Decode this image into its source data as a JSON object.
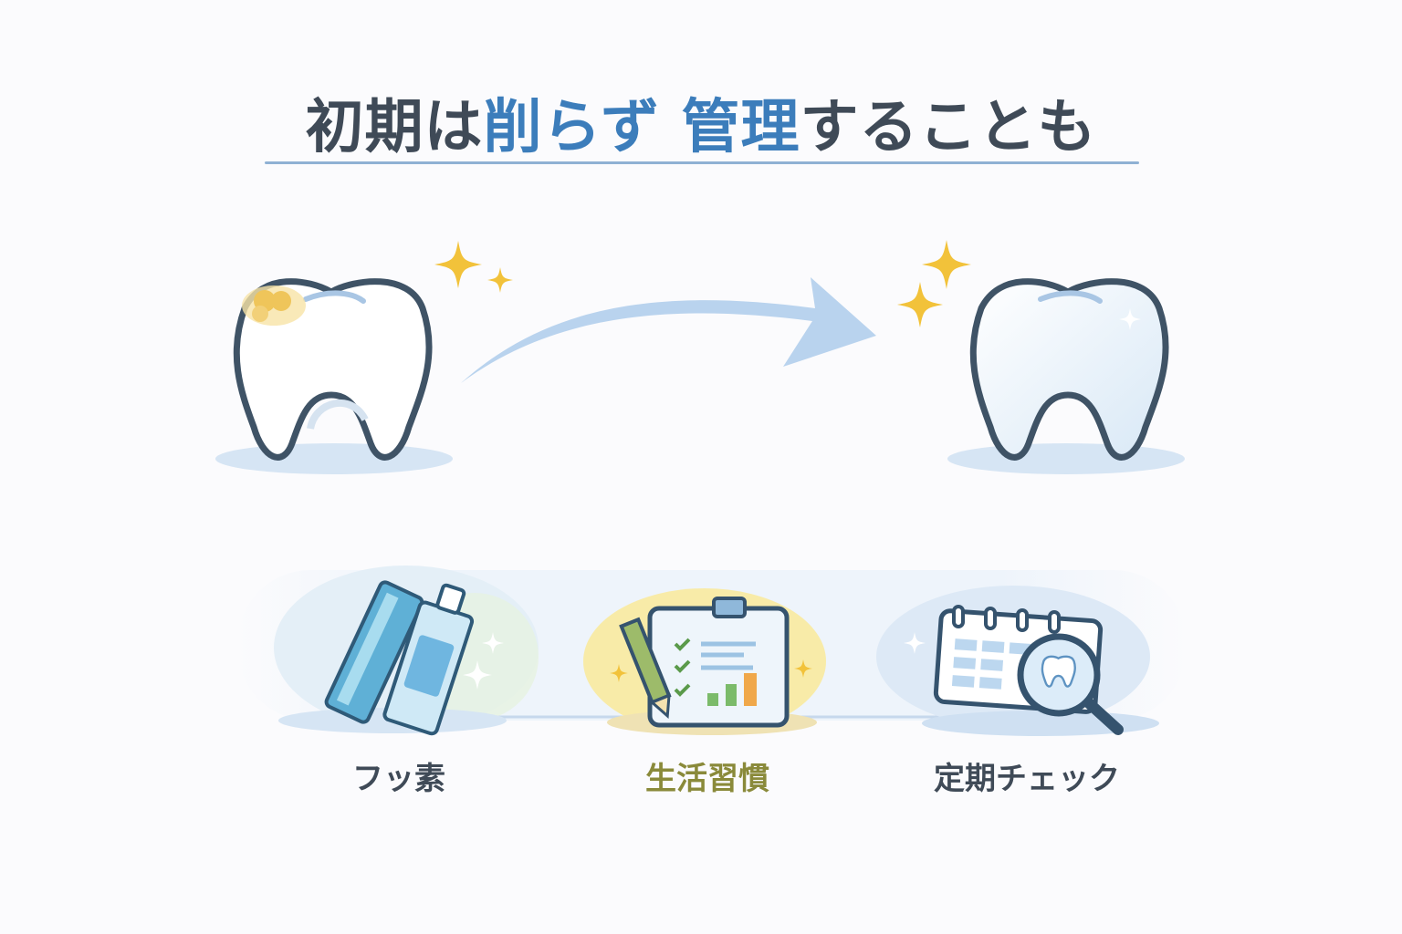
{
  "title": {
    "part1": "初期は",
    "highlight1": "削らず",
    "highlight2": "管理",
    "part2": "することも"
  },
  "colors": {
    "text": "#3f4a57",
    "accent": "#3c7dbb",
    "habit": "#8a8a3a",
    "arrow": "#b9d3ee",
    "sparkle": "#f2c23a"
  },
  "items": [
    {
      "label": "フッ素",
      "icon": "fluoride-toothpaste-icon"
    },
    {
      "label": "生活習慣",
      "icon": "checklist-clipboard-icon"
    },
    {
      "label": "定期チェック",
      "icon": "calendar-magnifier-icon"
    }
  ]
}
